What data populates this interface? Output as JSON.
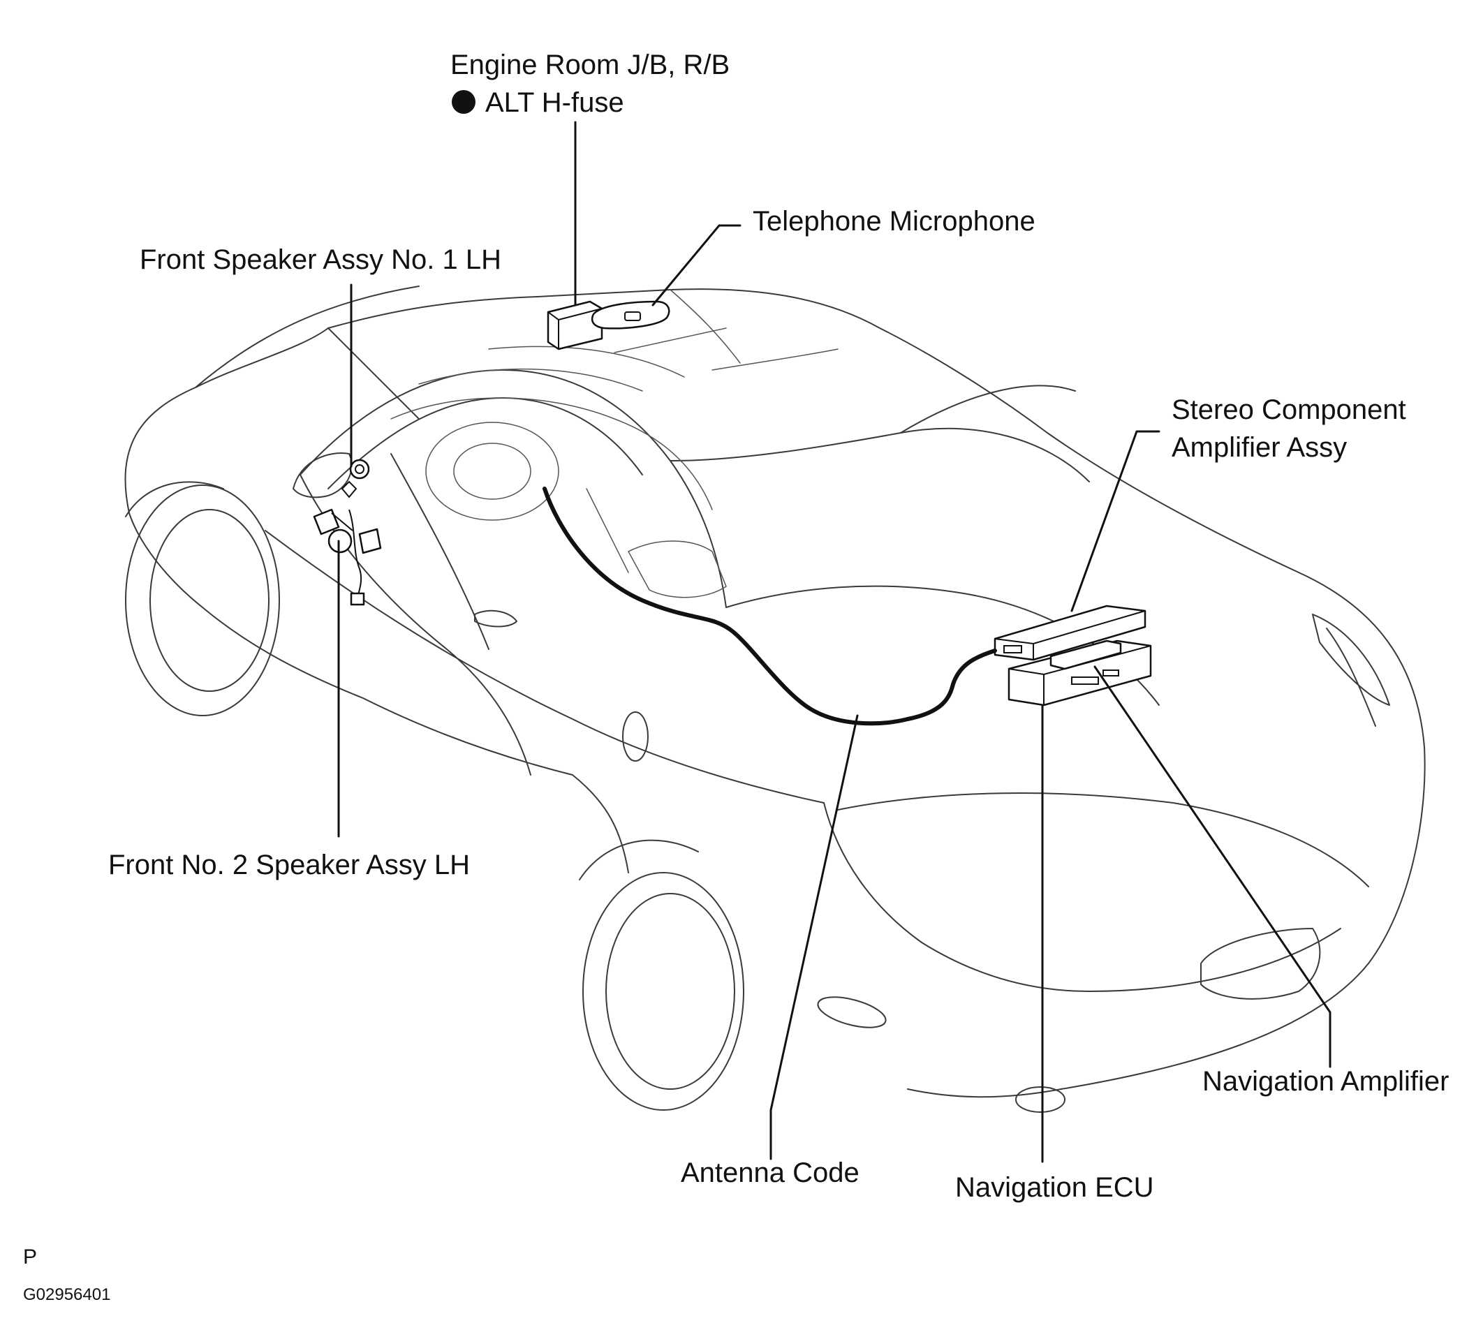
{
  "labels": {
    "engine_room_line1": "Engine Room J/B, R/B",
    "engine_room_line2": "ALT  H-fuse",
    "telephone_microphone": "Telephone Microphone",
    "front_speaker_no1": "Front Speaker Assy No. 1 LH",
    "stereo_line1": "Stereo Component",
    "stereo_line2": "Amplifier Assy",
    "front_no2_speaker": "Front No. 2 Speaker Assy LH",
    "navigation_amplifier": "Navigation Amplifier",
    "antenna_code": "Antenna Code",
    "navigation_ecu": "Navigation ECU"
  },
  "footer": {
    "letter": "P",
    "figure_code": "G02956401"
  },
  "colors": {
    "ink": "#111111",
    "car_outline": "#3a3a3a",
    "background": "#ffffff"
  }
}
